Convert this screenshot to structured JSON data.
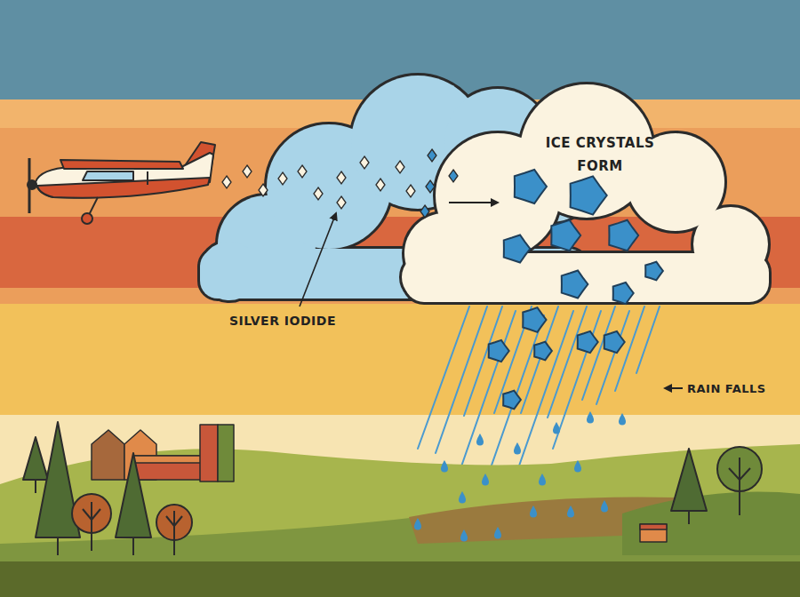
{
  "diagram": {
    "labels": [
      "ICE CRYSTALS FORM",
      "SILVER IODIDE",
      "RAIN FALLS"
    ]
  }
}
